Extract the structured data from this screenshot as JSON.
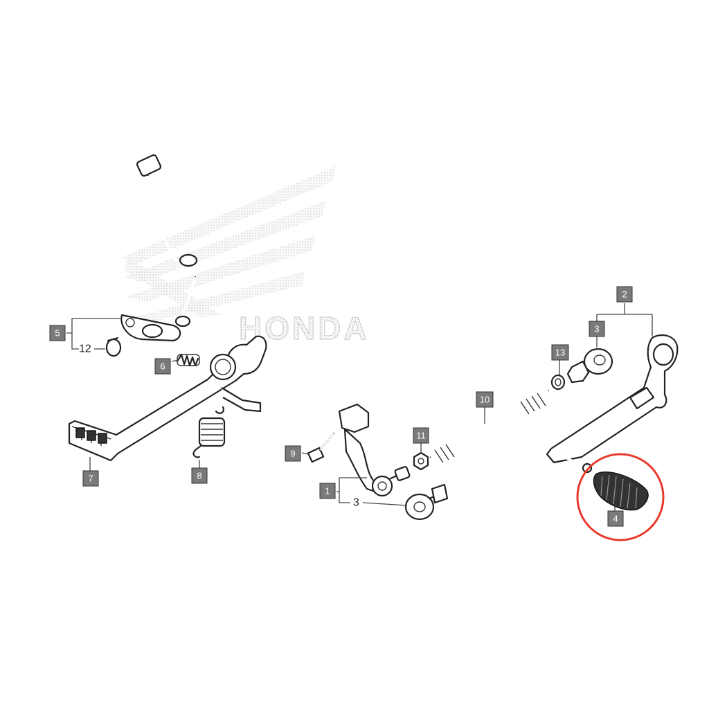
{
  "watermark": {
    "brand": "HONDA"
  },
  "callouts": {
    "c1": "1",
    "c2": "2",
    "c3a": "3",
    "c3b": "3",
    "c4": "4",
    "c5": "5",
    "c6": "6",
    "c7": "7",
    "c8": "8",
    "c9": "9",
    "c10": "10",
    "c11": "11",
    "c12": "12",
    "c13": "13"
  },
  "highlight": {
    "part": "4",
    "color": "#e8392b"
  },
  "colors": {
    "callout_box": "#7a7a7a",
    "watermark": "#bdbdbd"
  }
}
